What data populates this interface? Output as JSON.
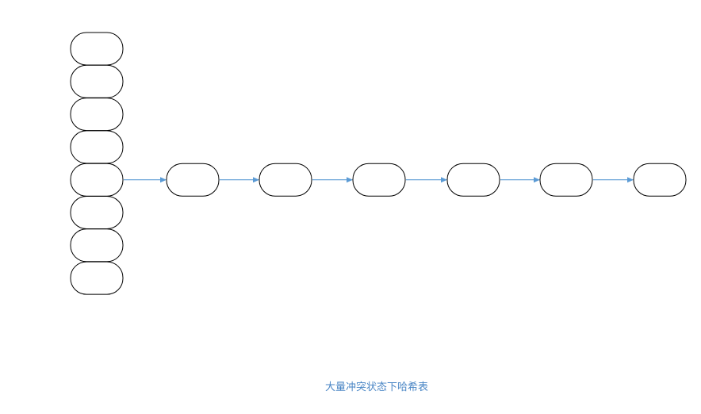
{
  "diagram": {
    "caption": "大量冲突状态下哈希表",
    "bucket_count": 8,
    "chain_from_bucket": 5,
    "chain_length": 6,
    "colors": {
      "node_stroke": "#000000",
      "node_fill": "#ffffff",
      "arrow": "#5b9bd5",
      "caption": "#4a86c5"
    }
  }
}
